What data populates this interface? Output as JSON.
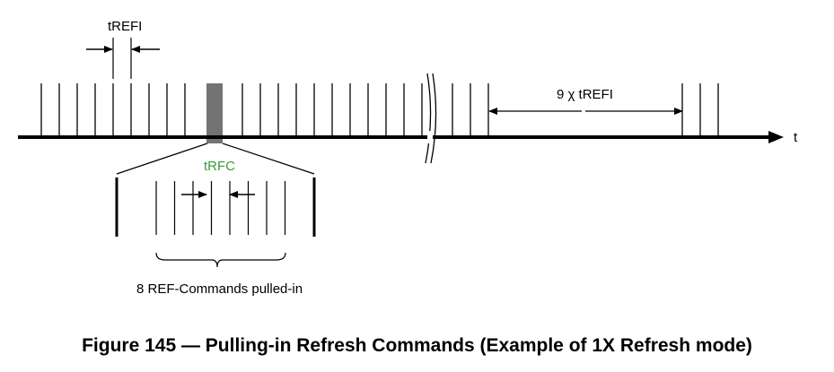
{
  "diagram": {
    "trefi_label": "tREFI",
    "trfc_label": "tRFC",
    "nine_trefi_label": "9 χ tREFI",
    "time_axis_label": "t",
    "pulled_in_label": "8 REF-Commands pulled-in"
  },
  "caption": {
    "text": "Figure 145 — Pulling-in Refresh Commands (Example of 1X Refresh mode)"
  },
  "colors": {
    "line": "#000000",
    "trfc_label": "#3a9a3a"
  }
}
